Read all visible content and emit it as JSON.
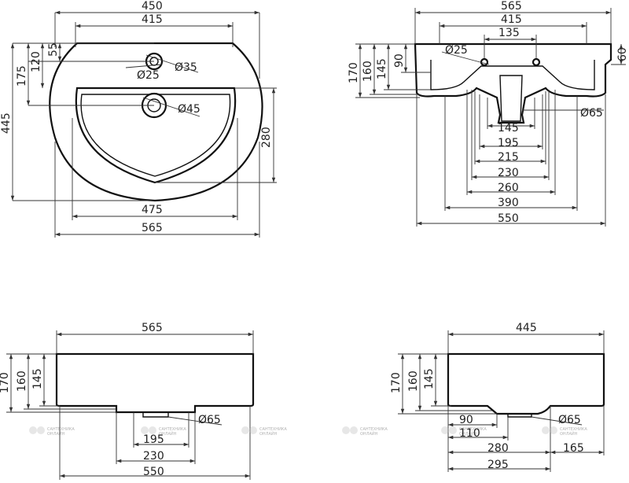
{
  "top_view": {
    "width_450": "450",
    "width_415": "415",
    "d55": "55",
    "d120": "120",
    "d175": "175",
    "d445": "445",
    "d280": "280",
    "width_475": "475",
    "width_565": "565",
    "hole_35": "Ø35",
    "hole_25": "Ø25",
    "drain_45": "Ø45"
  },
  "front_section": {
    "w565": "565",
    "w415": "415",
    "w135": "135",
    "h170": "170",
    "h160": "160",
    "h145": "145",
    "h90": "90",
    "h60": "60",
    "hole_25": "Ø25",
    "drain_65": "Ø65",
    "w145": "145",
    "w195": "195",
    "w215": "215",
    "w230": "230",
    "w260": "260",
    "w390": "390",
    "w550": "550"
  },
  "front_view": {
    "w565": "565",
    "h170": "170",
    "h160": "160",
    "h145": "145",
    "drain_65": "Ø65",
    "w195": "195",
    "w230": "230",
    "w550": "550"
  },
  "side_view": {
    "w445": "445",
    "h170": "170",
    "h160": "160",
    "h145": "145",
    "d90": "90",
    "d110": "110",
    "drain_65": "Ø65",
    "d280": "280",
    "d165": "165",
    "d295": "295"
  },
  "watermark": {
    "line1": "САНТЕХНИКА",
    "line2": "ОНЛАЙН"
  }
}
